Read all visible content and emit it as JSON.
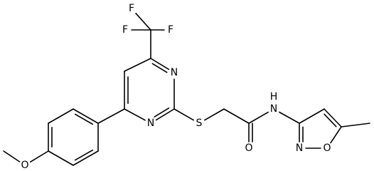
{
  "molecule": {
    "colors": {
      "bond": "#000000",
      "label": "#000000",
      "background": "#ffffff"
    },
    "atoms": [
      {
        "id": "f_top",
        "label": "F"
      },
      {
        "id": "f_left",
        "label": "F"
      },
      {
        "id": "f_right",
        "label": "F"
      },
      {
        "id": "n_pyr_upper",
        "label": "N"
      },
      {
        "id": "n_pyr_lower",
        "label": "N"
      },
      {
        "id": "s_thio",
        "label": "S"
      },
      {
        "id": "n_amide",
        "label": "N"
      },
      {
        "id": "h_amide",
        "label": "H"
      },
      {
        "id": "o_carbonyl",
        "label": "O"
      },
      {
        "id": "n_isox",
        "label": "N"
      },
      {
        "id": "o_isox",
        "label": "O"
      },
      {
        "id": "o_methoxy",
        "label": "O"
      }
    ]
  }
}
